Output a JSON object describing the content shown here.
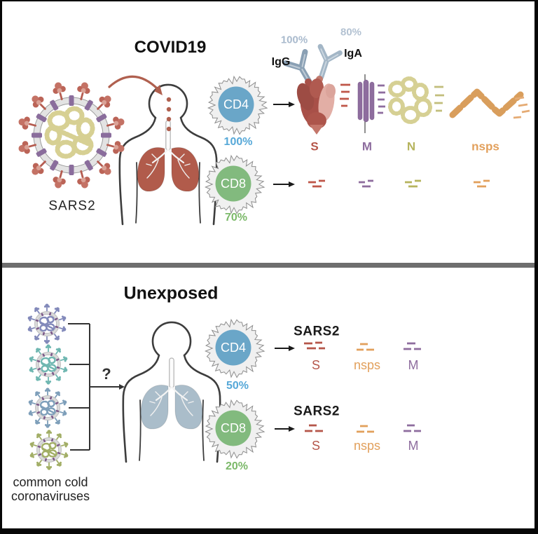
{
  "figure": {
    "top_panel": {
      "title": "COVID19",
      "virus_label": "SARS2",
      "antibodies": {
        "igg": {
          "label": "IgG",
          "percent": "100%"
        },
        "iga": {
          "label": "IgA",
          "percent": "80%"
        }
      },
      "cd4": {
        "label": "CD4",
        "percent": "100%"
      },
      "cd8": {
        "label": "CD8",
        "percent": "70%"
      },
      "antigen_labels": {
        "s": "S",
        "m": "M",
        "n": "N",
        "nsps": "nsps"
      }
    },
    "bottom_panel": {
      "title": "Unexposed",
      "question_mark": "?",
      "source_label": {
        "line1": "common cold",
        "line2": "coronaviruses"
      },
      "cd4": {
        "label": "CD4",
        "percent": "50%",
        "target": "SARS2"
      },
      "cd8": {
        "label": "CD8",
        "percent": "20%",
        "target": "SARS2"
      },
      "antigen_labels": {
        "s": "S",
        "nsps": "nsps",
        "m": "M"
      }
    },
    "colors": {
      "cd4_blue": "#6aa6c8",
      "cd4_text_blue": "#56a8d8",
      "cd8_green": "#82ba7e",
      "cd8_text_green": "#7cb96a",
      "s_red": "#b5564a",
      "m_purple": "#8e6d9e",
      "n_olive": "#b6b45e",
      "nsps_orange": "#e2a05c",
      "antibody_gray": "#8aa0b4",
      "antibody_light_gray": "#a9bacd",
      "lungs_covid": "#b15b4b",
      "lungs_unexposed": "#aabdca",
      "cold_virus_colors": [
        "#8289ba",
        "#6fb7b1",
        "#7e9fba",
        "#a2ae66"
      ],
      "divider_gray": "#6e6e6e"
    }
  }
}
